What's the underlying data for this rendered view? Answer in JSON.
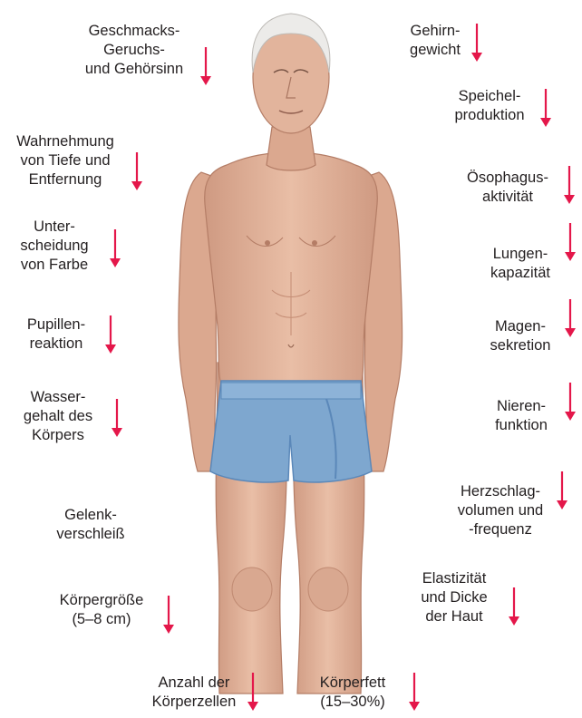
{
  "colors": {
    "arrow": "#e4174a",
    "text": "#231f20",
    "skin": "#e2b49c",
    "skin_shadow": "#c98f78",
    "hair": "#ecebe9",
    "shorts": "#7ea7cf",
    "shorts_dark": "#5b88b9"
  },
  "figure": {
    "subject": "elderly-man-standing",
    "arrow_direction": "down"
  },
  "labels": {
    "taste_smell_hearing": [
      "Geschmacks-",
      "Geruchs-",
      "und Gehörsinn"
    ],
    "depth_distance": [
      "Wahrnehmung",
      "von Tiefe und",
      "Entfernung"
    ],
    "color_distinction": [
      "Unter-",
      "scheidung",
      "von Farbe"
    ],
    "pupil_reaction": [
      "Pupillen-",
      "reaktion"
    ],
    "body_water": [
      "Wasser-",
      "gehalt des",
      "Körpers"
    ],
    "joint_wear": [
      "Gelenk-",
      "verschleiß"
    ],
    "body_height": [
      "Körpergröße",
      "(5–8 cm)"
    ],
    "cell_count": [
      "Anzahl der",
      "Körperzellen"
    ],
    "body_fat": [
      "Körperfett",
      "(15–30%)"
    ],
    "brain_weight": [
      "Gehirn-",
      "gewicht"
    ],
    "saliva": [
      "Speichel-",
      "produktion"
    ],
    "esophagus": [
      "Ösophagus-",
      "aktivität"
    ],
    "lung_capacity": [
      "Lungen-",
      "kapazität"
    ],
    "gastric_secretion": [
      "Magen-",
      "sekretion"
    ],
    "kidney_function": [
      "Nieren-",
      "funktion"
    ],
    "heart": [
      "Herzschlag-",
      "volumen und",
      "-frequenz"
    ],
    "skin": [
      "Elastizität",
      "und Dicke",
      "der Haut"
    ]
  }
}
